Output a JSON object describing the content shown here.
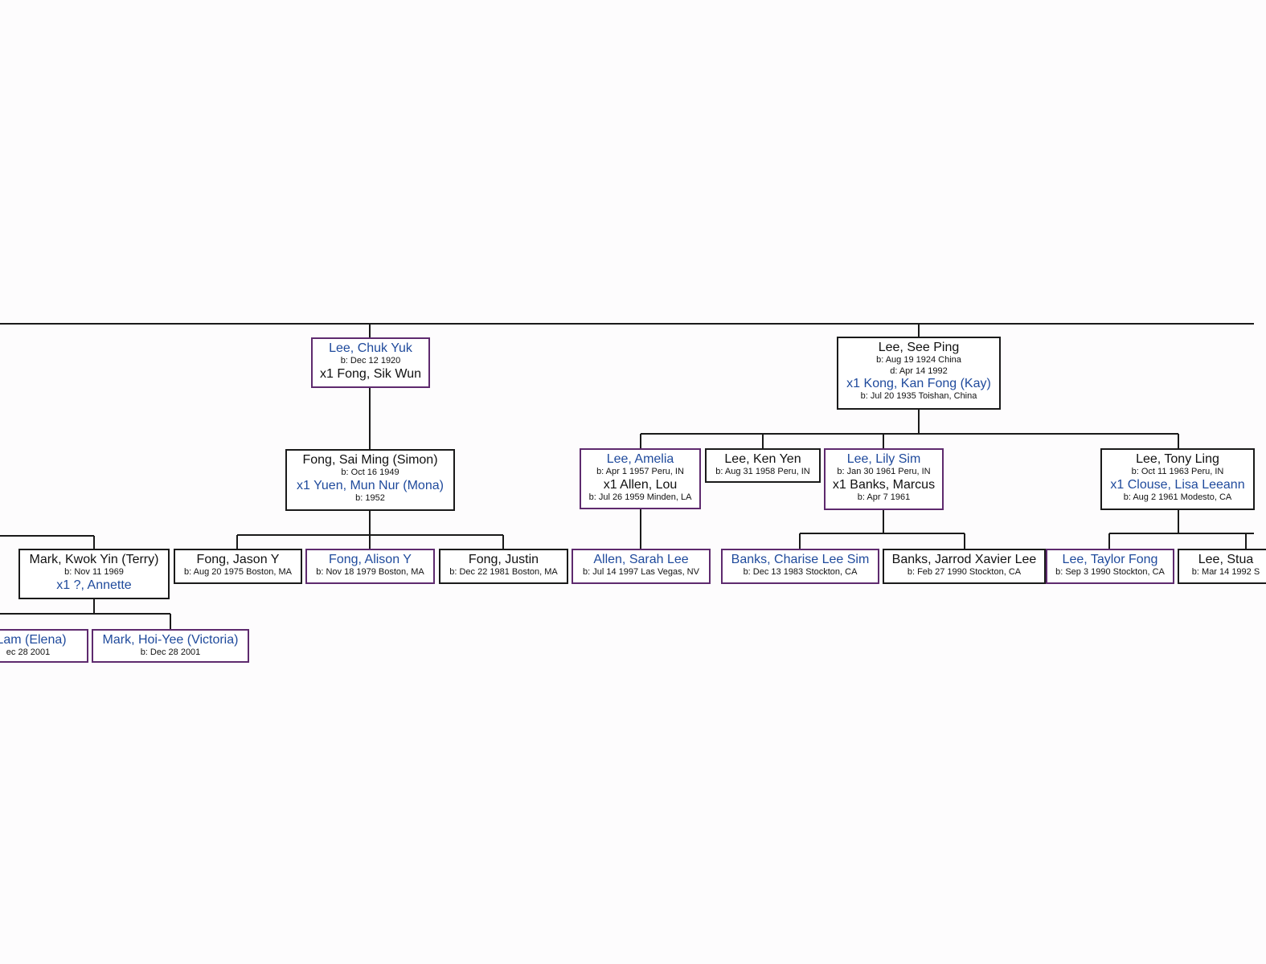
{
  "people": {
    "chuk_yuk": {
      "name": "Lee, Chuk Yuk",
      "name_blue": true,
      "dates": [
        "b: Dec 12 1920"
      ],
      "spouse": "x1 Fong, Sik Wun",
      "spouse_blue": false,
      "spouse_dates": [],
      "border": "female"
    },
    "see_ping": {
      "name": "Lee, See Ping",
      "name_blue": false,
      "dates": [
        "b: Aug 19 1924 China",
        "d: Apr 14 1992"
      ],
      "spouse": "x1 Kong, Kan Fong (Kay)",
      "spouse_blue": true,
      "spouse_dates": [
        "b: Jul 20 1935 Toishan, China"
      ],
      "border": "male"
    },
    "sai_ming": {
      "name": "Fong, Sai Ming (Simon)",
      "name_blue": false,
      "dates": [
        "b: Oct 16 1949"
      ],
      "spouse": "x1 Yuen, Mun Nur (Mona)",
      "spouse_blue": true,
      "spouse_dates": [
        "b: 1952"
      ],
      "border": "male"
    },
    "amelia": {
      "name": "Lee, Amelia",
      "name_blue": true,
      "dates": [
        "b: Apr 1 1957 Peru, IN"
      ],
      "spouse": "x1 Allen, Lou",
      "spouse_blue": false,
      "spouse_dates": [
        "b: Jul 26 1959 Minden, LA"
      ],
      "border": "female"
    },
    "ken_yen": {
      "name": "Lee, Ken Yen",
      "name_blue": false,
      "dates": [
        "b: Aug 31 1958 Peru, IN"
      ],
      "spouse": "",
      "spouse_blue": false,
      "spouse_dates": [],
      "border": "male"
    },
    "lily_sim": {
      "name": "Lee, Lily Sim",
      "name_blue": true,
      "dates": [
        "b: Jan 30 1961 Peru, IN"
      ],
      "spouse": "x1 Banks, Marcus",
      "spouse_blue": false,
      "spouse_dates": [
        "b: Apr 7 1961"
      ],
      "border": "female"
    },
    "tony_ling": {
      "name": "Lee, Tony Ling",
      "name_blue": false,
      "dates": [
        "b: Oct 11 1963 Peru, IN"
      ],
      "spouse": "x1 Clouse, Lisa Leeann",
      "spouse_blue": true,
      "spouse_dates": [
        "b: Aug 2 1961 Modesto, CA"
      ],
      "border": "male"
    },
    "kwok_yin": {
      "name": "Mark, Kwok Yin (Terry)",
      "name_blue": false,
      "dates": [
        "b: Nov 11 1969"
      ],
      "spouse": "x1 ?, Annette",
      "spouse_blue": true,
      "spouse_dates": [],
      "border": "male"
    },
    "jason": {
      "name": "Fong, Jason Y",
      "name_blue": false,
      "dates": [
        "b: Aug 20 1975 Boston, MA"
      ],
      "spouse": "",
      "spouse_blue": false,
      "spouse_dates": [],
      "border": "male"
    },
    "alison": {
      "name": "Fong, Alison Y",
      "name_blue": true,
      "dates": [
        "b: Nov 18 1979 Boston, MA"
      ],
      "spouse": "",
      "spouse_blue": false,
      "spouse_dates": [],
      "border": "female"
    },
    "justin": {
      "name": "Fong, Justin",
      "name_blue": false,
      "dates": [
        "b: Dec 22 1981 Boston, MA"
      ],
      "spouse": "",
      "spouse_blue": false,
      "spouse_dates": [],
      "border": "male"
    },
    "sarah": {
      "name": "Allen, Sarah Lee",
      "name_blue": true,
      "dates": [
        "b: Jul 14 1997 Las Vegas, NV"
      ],
      "spouse": "",
      "spouse_blue": false,
      "spouse_dates": [],
      "border": "female"
    },
    "charise": {
      "name": "Banks, Charise Lee Sim",
      "name_blue": true,
      "dates": [
        "b: Dec 13 1983 Stockton, CA"
      ],
      "spouse": "",
      "spouse_blue": false,
      "spouse_dates": [],
      "border": "female"
    },
    "jarrod": {
      "name": "Banks, Jarrod Xavier Lee",
      "name_blue": false,
      "dates": [
        "b: Feb 27 1990 Stockton, CA"
      ],
      "spouse": "",
      "spouse_blue": false,
      "spouse_dates": [],
      "border": "male"
    },
    "taylor": {
      "name": "Lee, Taylor Fong",
      "name_blue": true,
      "dates": [
        "b: Sep 3 1990 Stockton, CA"
      ],
      "spouse": "",
      "spouse_blue": false,
      "spouse_dates": [],
      "border": "female"
    },
    "stua": {
      "name": "Lee, Stua",
      "name_blue": false,
      "dates": [
        "b: Mar 14 1992 S"
      ],
      "spouse": "",
      "spouse_blue": false,
      "spouse_dates": [],
      "border": "male"
    },
    "elena": {
      "name": "i Lam (Elena)",
      "name_blue": true,
      "dates": [
        "ec 28 2001"
      ],
      "spouse": "",
      "spouse_blue": false,
      "spouse_dates": [],
      "border": "female"
    },
    "victoria": {
      "name": "Mark, Hoi-Yee (Victoria)",
      "name_blue": true,
      "dates": [
        "b: Dec 28 2001"
      ],
      "spouse": "",
      "spouse_blue": false,
      "spouse_dates": [],
      "border": "female"
    }
  }
}
